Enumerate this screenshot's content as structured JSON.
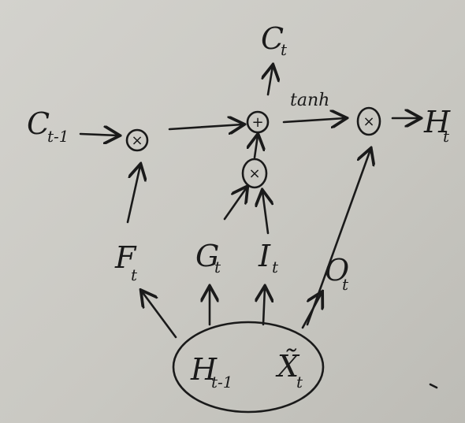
{
  "labels": {
    "c_prev": {
      "main": "C",
      "sub": "t-1"
    },
    "c_t": {
      "main": "C",
      "sub": "t"
    },
    "h_t": {
      "main": "H",
      "sub": "t"
    },
    "f_t": {
      "main": "F",
      "sub": "t"
    },
    "g_t": {
      "main": "G",
      "sub": "t"
    },
    "i_t": {
      "main": "I",
      "sub": "t"
    },
    "o_t": {
      "main": "O",
      "sub": "t"
    },
    "h_prev": {
      "main": "H",
      "sub": "t-1"
    },
    "x_tilde": {
      "main": "X̃",
      "sub": "t"
    },
    "tanh": "tanh"
  },
  "operators": {
    "forget_mult": "×",
    "input_mult": "×",
    "add": "+",
    "output_mult": "×"
  }
}
